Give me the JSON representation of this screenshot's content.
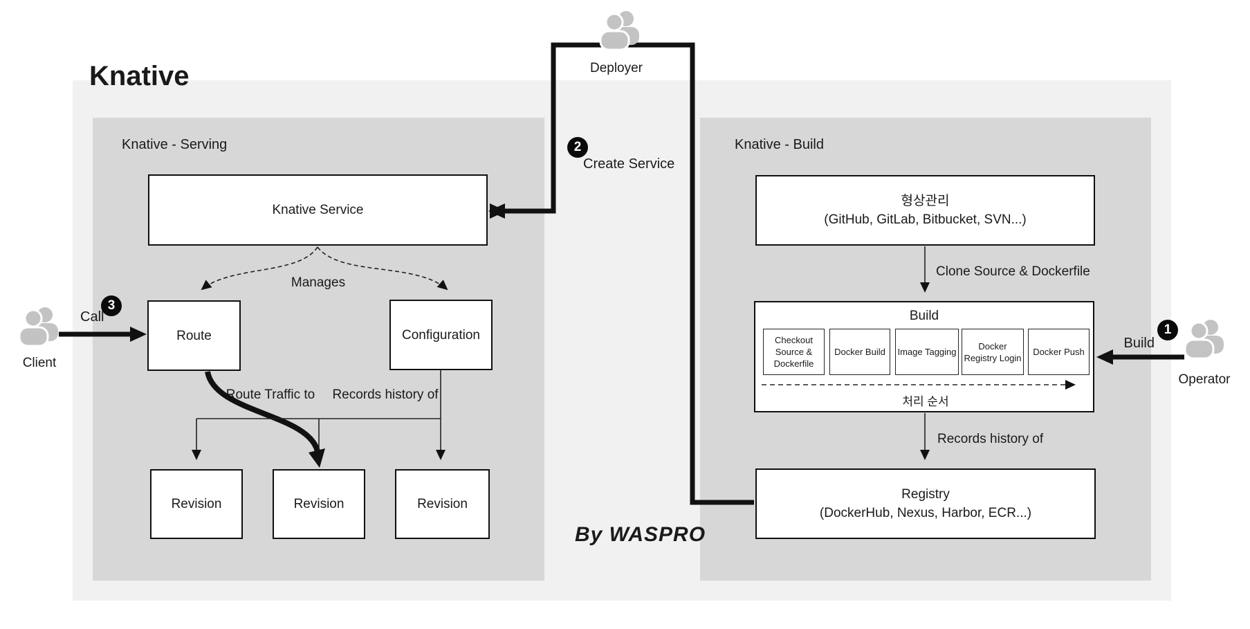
{
  "page": {
    "title": "Knative",
    "byline": "By WASPRO"
  },
  "colors": {
    "outer_panel": "#f1f1f2",
    "section_panel": "#d7d7d7",
    "box_bg": "#ffffff",
    "line": "#111111",
    "actor_gray": "#c3c3c3",
    "badge_bg": "#0b0b0b",
    "badge_text": "#ffffff"
  },
  "actors": {
    "deployer": {
      "label": "Deployer"
    },
    "client": {
      "label": "Client"
    },
    "operator": {
      "label": "Operator"
    }
  },
  "steps": {
    "step1": {
      "num": "1",
      "label": "Build"
    },
    "step2": {
      "num": "2",
      "label": "Create Service"
    },
    "step3": {
      "num": "3",
      "label": "Call"
    }
  },
  "serving": {
    "label": "Knative - Serving",
    "service_box": "Knative Service",
    "manages_label": "Manages",
    "route_box": "Route",
    "configuration_box": "Configuration",
    "route_traffic_label": "Route Traffic to",
    "records_history_label": "Records history of",
    "revisions": [
      "Revision",
      "Revision",
      "Revision"
    ]
  },
  "build": {
    "label": "Knative - Build",
    "scm_box": {
      "title": "형상관리",
      "subtitle": "(GitHub, GitLab, Bitbucket, SVN...)"
    },
    "clone_label": "Clone Source & Dockerfile",
    "build_box": {
      "title": "Build",
      "steps": [
        "Checkout Source & Dockerfile",
        "Docker Build",
        "Image Tagging",
        "Docker Registry Login",
        "Docker Push"
      ],
      "order_label": "처리 순서"
    },
    "records_history_label": "Records history of",
    "registry_box": {
      "title": "Registry",
      "subtitle": "(DockerHub, Nexus, Harbor, ECR...)"
    }
  }
}
